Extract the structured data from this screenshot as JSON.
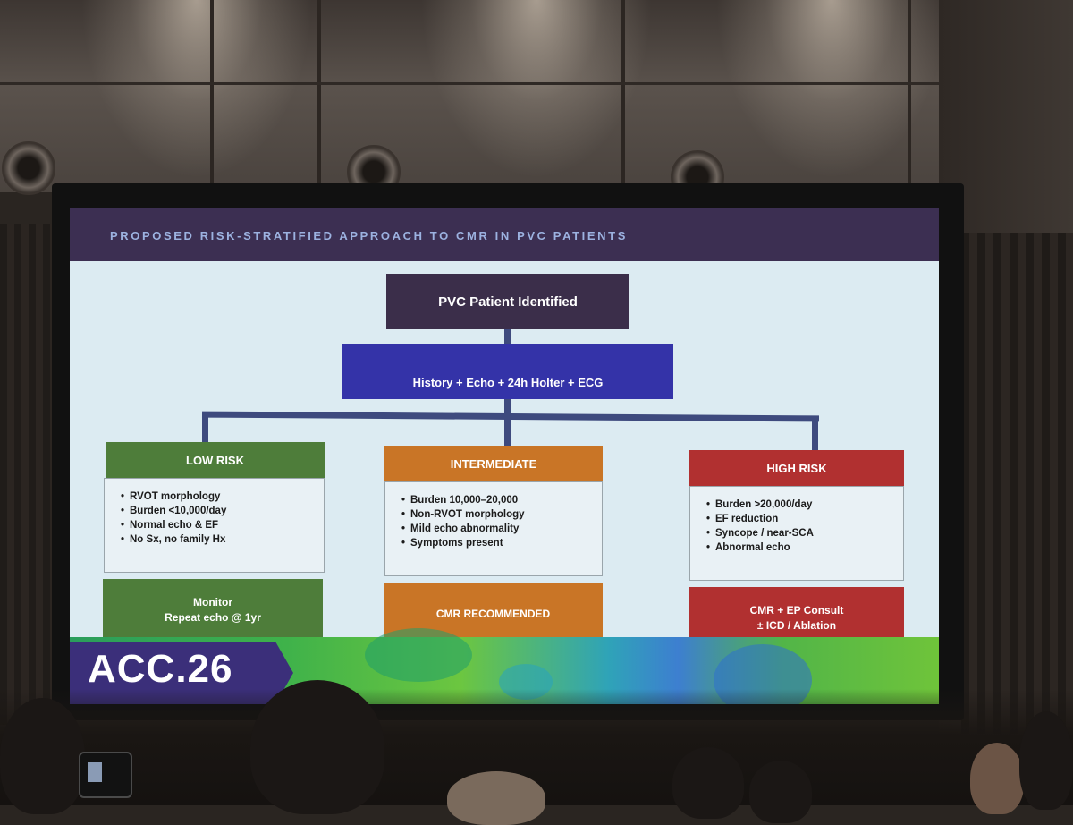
{
  "slide": {
    "title": "PROPOSED RISK-STRATIFIED APPROACH TO CMR IN PVC PATIENTS",
    "logo": "ACC.26",
    "colors": {
      "title_bar": "#3c2f52",
      "root": "#3b2e4a",
      "assessment": "#3433a8",
      "low": "#4e7d3a",
      "intermediate": "#c97526",
      "high": "#b13030"
    }
  },
  "flow": {
    "root": "PVC Patient Identified",
    "assessment": "History + Echo + 24h Holter + ECG",
    "low": {
      "header": "LOW RISK",
      "criteria": [
        "RVOT morphology",
        "Burden <10,000/day",
        "Normal echo & EF",
        "No Sx, no family Hx"
      ],
      "outcome_line1": "Monitor",
      "outcome_line2": "Repeat echo @ 1yr"
    },
    "intermediate": {
      "header": "INTERMEDIATE",
      "criteria": [
        "Burden 10,000–20,000",
        "Non-RVOT morphology",
        "Mild echo abnormality",
        "Symptoms present"
      ],
      "outcome_line1": "CMR RECOMMENDED"
    },
    "high": {
      "header": "HIGH RISK",
      "criteria": [
        "Burden >20,000/day",
        "EF reduction",
        "Syncope / near-SCA",
        "Abnormal echo"
      ],
      "outcome_line1": "CMR + EP Consult",
      "outcome_line2": "± ICD / Ablation"
    }
  }
}
